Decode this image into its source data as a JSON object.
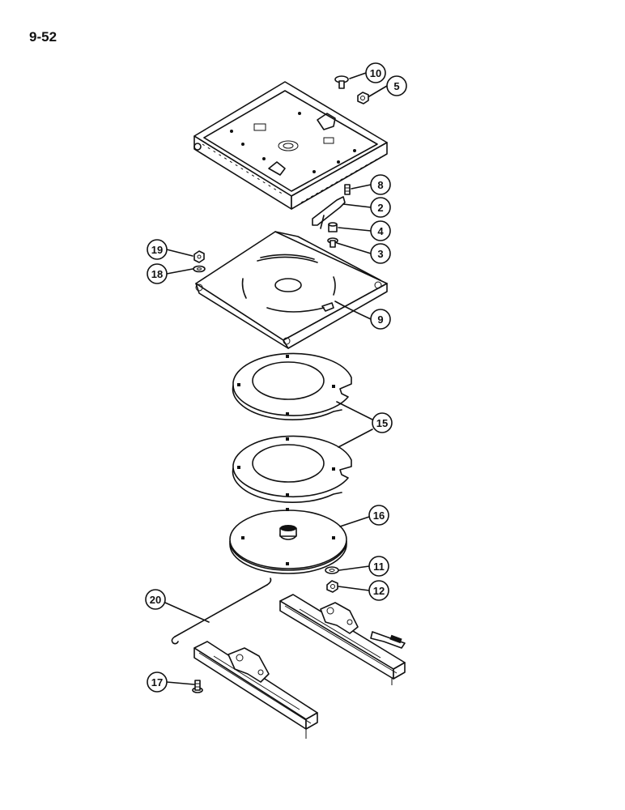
{
  "page": {
    "label": "9-52"
  },
  "callouts": [
    "10",
    "5",
    "8",
    "2",
    "4",
    "3",
    "19",
    "18",
    "9",
    "15",
    "16",
    "11",
    "12",
    "20",
    "17"
  ]
}
